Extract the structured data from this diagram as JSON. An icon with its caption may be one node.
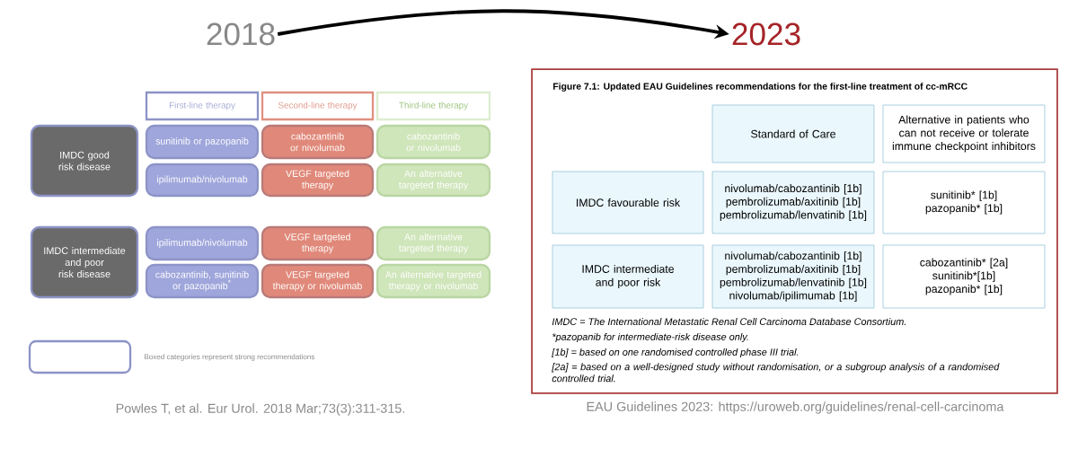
{
  "diagram": {
    "nodes": [
      {
        "text": [
          "2018"
        ]
      },
      {
        "text": [
          "2023"
        ]
      },
      {
        "text": [
          "First-line therapy"
        ]
      },
      {
        "text": [
          "Second-line therapy"
        ]
      },
      {
        "text": [
          "Third-line therapy"
        ]
      },
      {
        "text": [
          "IMDC good risk disease"
        ]
      },
      {
        "text": [
          "sunitinib or pazopanib"
        ]
      },
      {
        "text": [
          "cabozantinib or nivolumab"
        ]
      },
      {
        "text": [
          "cabozantinib or nivolumab"
        ]
      },
      {
        "text": [
          "ipilimumab/nivolumab"
        ]
      },
      {
        "text": [
          "VEGF targeted therapy"
        ]
      },
      {
        "text": [
          "An alternative targeted therapy"
        ]
      },
      {
        "text": [
          "IMDC intermediate and poor risk disease"
        ]
      },
      {
        "text": [
          "ipilimumab/nivolumab"
        ]
      },
      {
        "text": [
          "VEGF tartgeted therapy"
        ]
      },
      {
        "text": [
          "An alternative targeted therapy"
        ]
      },
      {
        "text": [
          "cabozantinib, sunitinib or pazopanib$^{*}$"
        ]
      },
      {
        "text": [
          "VEGF targeted therapy or nivolumab"
        ]
      },
      {
        "text": [
          "An alternative targeted therapy or nivolumab"
        ]
      },
      {
        "text": [
          "Figure 7.1: Updated EAU Guidelines recommendations for the first-line treatment of cc-mRCC",
          "IMDC = The International Metastatic Renal Cell Carcinoma Database Consortium.",
          "*pazopanib for intermediate-risk disease only.",
          "[1b] = based on one randomised controlled phase III trial.",
          "[2a] = based on a well-designed study without randomisation, or a subgroup analysis of a randomised controlled trial."
        ]
      },
      {
        "text": [
          "Standard of Care"
        ],
        "in": 19
      },
      {
        "text": [
          "Alternative in patients who can not receive or tolerate immune checkpoint inhibitors"
        ],
        "in": 19
      },
      {
        "text": [
          "IMDC favourable risk"
        ],
        "in": 19
      },
      {
        "text": [
          "nivolumab/cabozantinib [1b]",
          "pembrolizumab/axitinib [1b]",
          "pembrolizumab/lenvatinib [1b]"
        ],
        "in": 19
      },
      {
        "text": [
          "sunitinib* [1b]",
          "pazopanib* [1b]"
        ],
        "in": 19
      },
      {
        "text": [
          "IMDC intermediate and poor risk"
        ],
        "in": 19
      },
      {
        "text": [
          "nivolumab/cabozantinib [1b]",
          "pembrolizumab/axitinib [1b]",
          "pembrolizumab/lenvatinib [1b]",
          "nivolumab/ipilimumab [1b]"
        ],
        "in": 19
      },
      {
        "text": [
          "cabozantinib* [2a]",
          "sunitinib*[1b]",
          "pazopanib* [1b]"
        ],
        "in": 19
      }
    ],
    "edges": [
      {
        "from": 0,
        "to": 1,
        "arrow": "to"
      }
    ],
    "labels": [
      "Powles T, et al. Eur Urol. 2018 Mar;73(3):311-315.",
      "EAU Guidelines 2023: https://uroweb.org/guidelines/renal-cell-carcinoma"
    ],
    "legend": [
      {
        "text": "Boxed categories represent strong recommendations"
      }
    ]
  }
}
